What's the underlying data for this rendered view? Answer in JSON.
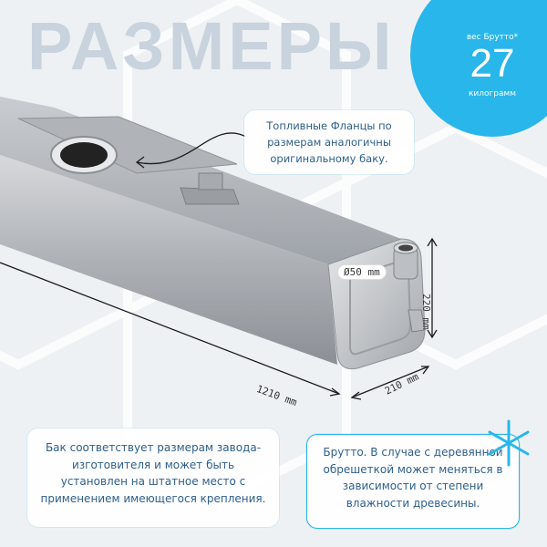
{
  "title": "РАЗМЕРЫ",
  "weight": {
    "label_top": "вес Брутто*",
    "value": "27",
    "label_bottom": "килограмм"
  },
  "callouts": {
    "flanges": "Топливные Фланцы по размерам аналогичны оригинальному баку.",
    "fit": "Бак соответствует размерам завода-изготовителя и может быть установлен на штатное место с применением имеющегося крепления.",
    "gross": "Брутто. В случае с деревянной обрешеткой может меняться в зависимости от степени влажности древесины."
  },
  "dimensions": {
    "length": "1210 mm",
    "width": "210 mm",
    "height": "220 mm",
    "diameter": "Ø50 mm"
  },
  "colors": {
    "accent": "#29b6ea",
    "text_dark": "#2e5f8a",
    "title_faded": "#c9d3de",
    "background": "#eef1f4"
  },
  "icons": [
    "asterisk-icon",
    "curved-arrow-icon",
    "fuel-tank-image"
  ]
}
